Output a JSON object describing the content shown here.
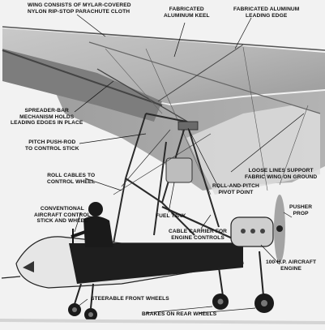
{
  "labels": {
    "wing": [
      "WING CONSISTS OF MYLAR-COVERED",
      "NYLON RIP-STOP PARACHUTE CLOTH"
    ],
    "keel": [
      "FABRICATED",
      "ALUMINUM KEEL"
    ],
    "leading_edge": [
      "FABRICATED ALUMINUM",
      "LEADING EDGE"
    ],
    "spreader": [
      "SPREADER-BAR",
      "MECHANISM HOLDS",
      "LEADING EDGES IN PLACE"
    ],
    "pitch_rod": [
      "PITCH PUSH-ROD",
      "TO CONTROL STICK"
    ],
    "roll_cables": [
      "ROLL CABLES TO",
      "CONTROL WHEEL"
    ],
    "loose_lines": [
      "LOOSE LINES SUPPORT",
      "FABRIC WING ON GROUND"
    ],
    "pivot": [
      "ROLL-AND-PITCH",
      "PIVOT POINT"
    ],
    "controls": [
      "CONVENTIONAL",
      "AIRCRAFT CONTROL",
      "STICK AND WHEEL"
    ],
    "fuel_tank": [
      "FUEL TANK"
    ],
    "cable_carrier": [
      "CABLE CARRIER FOR",
      "ENGINE CONTROLS"
    ],
    "prop": [
      "PUSHER",
      "PROP"
    ],
    "engine": [
      "100-H.P. AIRCRAFT",
      "ENGINE"
    ],
    "front_wheels": [
      "STEERABLE FRONT WHEELS"
    ],
    "rear_brakes": [
      "BRAKES ON REAR WHEELS"
    ]
  }
}
